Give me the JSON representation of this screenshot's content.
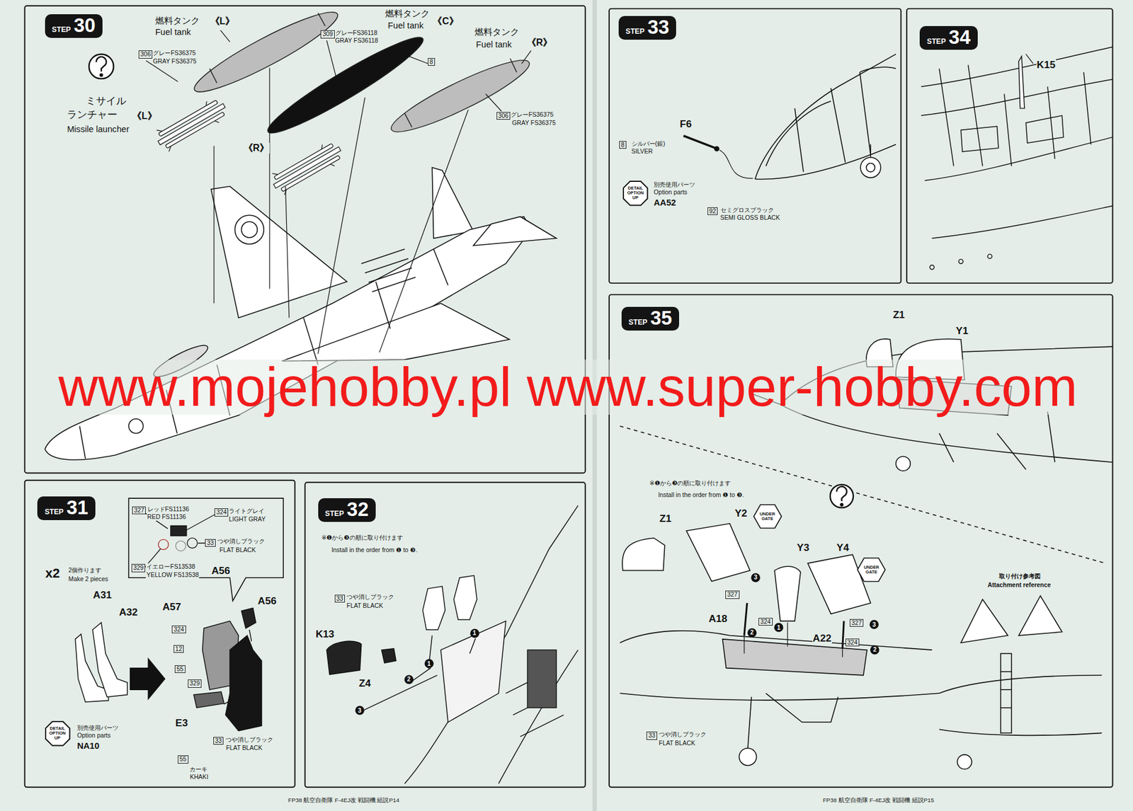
{
  "diagram": {
    "nodes": [
      {
        "text": [
          "STEP",
          "30"
        ]
      },
      {
        "text": [
          "STEP",
          "31"
        ]
      },
      {
        "text": [
          "STEP",
          "32"
        ]
      },
      {
        "text": [
          "STEP",
          "33"
        ]
      },
      {
        "text": [
          "STEP",
          "34"
        ]
      },
      {
        "text": [
          "STEP",
          "35"
        ]
      },
      {
        "text": [
          "306"
        ]
      },
      {
        "text": [
          "309"
        ]
      },
      {
        "text": [
          "8"
        ]
      },
      {
        "text": [
          "306"
        ]
      },
      {
        "text": [
          "327"
        ]
      },
      {
        "text": [
          "324"
        ]
      },
      {
        "text": [
          "33"
        ]
      },
      {
        "text": [
          "329"
        ]
      },
      {
        "text": [
          "324"
        ]
      },
      {
        "text": [
          "12"
        ]
      },
      {
        "text": [
          "55"
        ]
      },
      {
        "text": [
          "329"
        ]
      },
      {
        "text": [
          "33"
        ]
      },
      {
        "text": [
          "55"
        ]
      },
      {
        "text": [
          "33"
        ]
      },
      {
        "text": [
          "8"
        ]
      },
      {
        "text": [
          "92"
        ]
      },
      {
        "text": [
          "327"
        ]
      },
      {
        "text": [
          "324"
        ]
      },
      {
        "text": [
          "327"
        ]
      },
      {
        "text": [
          "324"
        ]
      },
      {
        "text": [
          "33"
        ]
      },
      {
        "text": [
          "DETAIL",
          "OPTION",
          "UP"
        ]
      },
      {
        "text": [
          "DETAIL",
          "OPTION",
          "UP"
        ]
      },
      {
        "text": [
          "UNDER",
          "GATE"
        ]
      },
      {
        "text": [
          "UNDER",
          "GATE"
        ]
      },
      {
        "text": [
          "1"
        ]
      },
      {
        "text": [
          "1"
        ]
      },
      {
        "text": [
          "2"
        ]
      },
      {
        "text": [
          "3"
        ]
      },
      {
        "text": [
          "3"
        ]
      },
      {
        "text": [
          "1"
        ]
      },
      {
        "text": [
          "2"
        ]
      },
      {
        "text": [
          "3"
        ]
      },
      {
        "text": [
          "2"
        ]
      }
    ],
    "labels": [
      "燃料タンク",
      "《L》",
      "Fuel tank",
      "グレーFS36375",
      "GRAY FS36375",
      "燃料タンク",
      "《C》",
      "Fuel tank",
      "グレーFS36118",
      "GRAY FS36118",
      "燃料タンク",
      "《R》",
      "Fuel tank",
      "グレーFS36375",
      "GRAY FS36375",
      "ミサイル",
      "ランチャー",
      "《L》",
      "Missile launcher",
      "《R》",
      "レッドFS11136",
      "RED FS11136",
      "ライトグレイ",
      "LIGHT GRAY",
      "つや消しブラック",
      "FLAT BLACK",
      "イエローFS13538",
      "YELLOW FS13538",
      "A56",
      "x2",
      "2個作ります",
      "Make 2 pieces",
      "A31",
      "A32",
      "A57",
      "A56",
      "E3",
      "別売使用パーツ",
      "Option parts",
      "NA10",
      "つや消しブラック",
      "FLAT BLACK",
      "カーキ",
      "KHAKI",
      "※❶から❸の順に取り付けます",
      "Install in the order from ❶ to ❸.",
      "つや消しブラック",
      "FLAT BLACK",
      "K13",
      "Z4",
      "F6",
      "シルバー(銀)",
      "SILVER",
      "別売使用パーツ",
      "Option parts",
      "AA52",
      "セミグロスブラック",
      "SEMI GLOSS BLACK",
      "K15",
      "Z1",
      "Y1",
      "※❶から❸の順に取り付けます",
      "Install in the order from ❶ to ❸.",
      "Z1",
      "Y2",
      "Y3",
      "Y4",
      "A18",
      "A22",
      "つや消しブラック",
      "FLAT BLACK",
      "取り付け参考図",
      "Attachment reference",
      "FP38 航空自衛隊 F-4EJ改 戦闘機 組説P14",
      "FP38 航空自衛隊 F-4EJ改 戦闘機 組説P15",
      "www.mojehobby.pl www.super-hobby.com"
    ]
  }
}
